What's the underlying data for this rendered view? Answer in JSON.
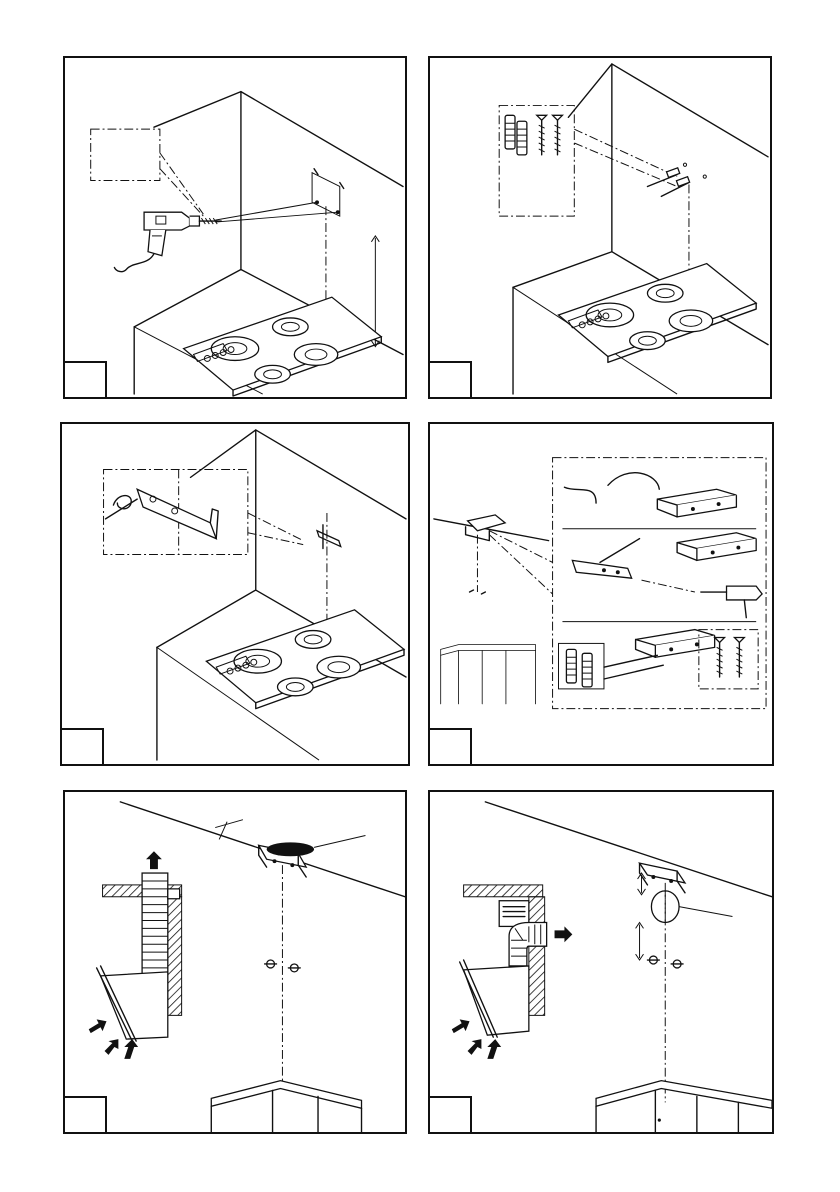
{
  "panels": [
    {
      "id": "p1",
      "number": "",
      "content": "drill-wall"
    },
    {
      "id": "p2",
      "number": "",
      "content": "plugs-screws"
    },
    {
      "id": "p3",
      "number": "",
      "content": "bracket-wall"
    },
    {
      "id": "p4",
      "number": "",
      "content": "bracket-ceiling"
    },
    {
      "id": "p5",
      "number": "",
      "content": "duct-vertical"
    },
    {
      "id": "p6",
      "number": "",
      "content": "duct-horizontal"
    }
  ],
  "icons": [
    "drill-icon",
    "hob-icon",
    "screw-icon",
    "wall-plug-icon",
    "bracket-icon",
    "hood-icon",
    "airflow-arrow-icon",
    "duct-icon"
  ]
}
